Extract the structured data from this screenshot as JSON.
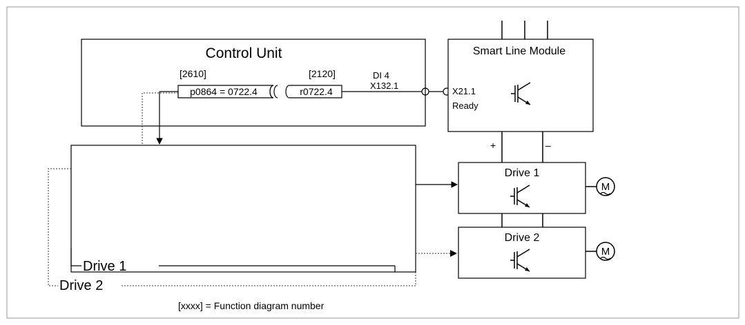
{
  "control_unit": {
    "title": "Control Unit",
    "fd_left": "[2610]",
    "fd_right": "[2120]",
    "param_in": "p0864 = 0722.4",
    "param_out": "r0722.4",
    "di_label": "DI 4",
    "terminal": "X132.1"
  },
  "smart_line_module": {
    "title": "Smart Line Module",
    "terminal": "X21.1",
    "signal": "Ready",
    "plus": "+",
    "minus": "–"
  },
  "drives": [
    {
      "label": "Drive 1",
      "motor": "M"
    },
    {
      "label": "Drive 2",
      "motor": "M"
    }
  ],
  "bus_labels": [
    "Drive 1",
    "Drive 2"
  ],
  "legend": "[xxxx] = Function diagram number",
  "icons": [
    "igbt-icon",
    "motor-icon"
  ]
}
